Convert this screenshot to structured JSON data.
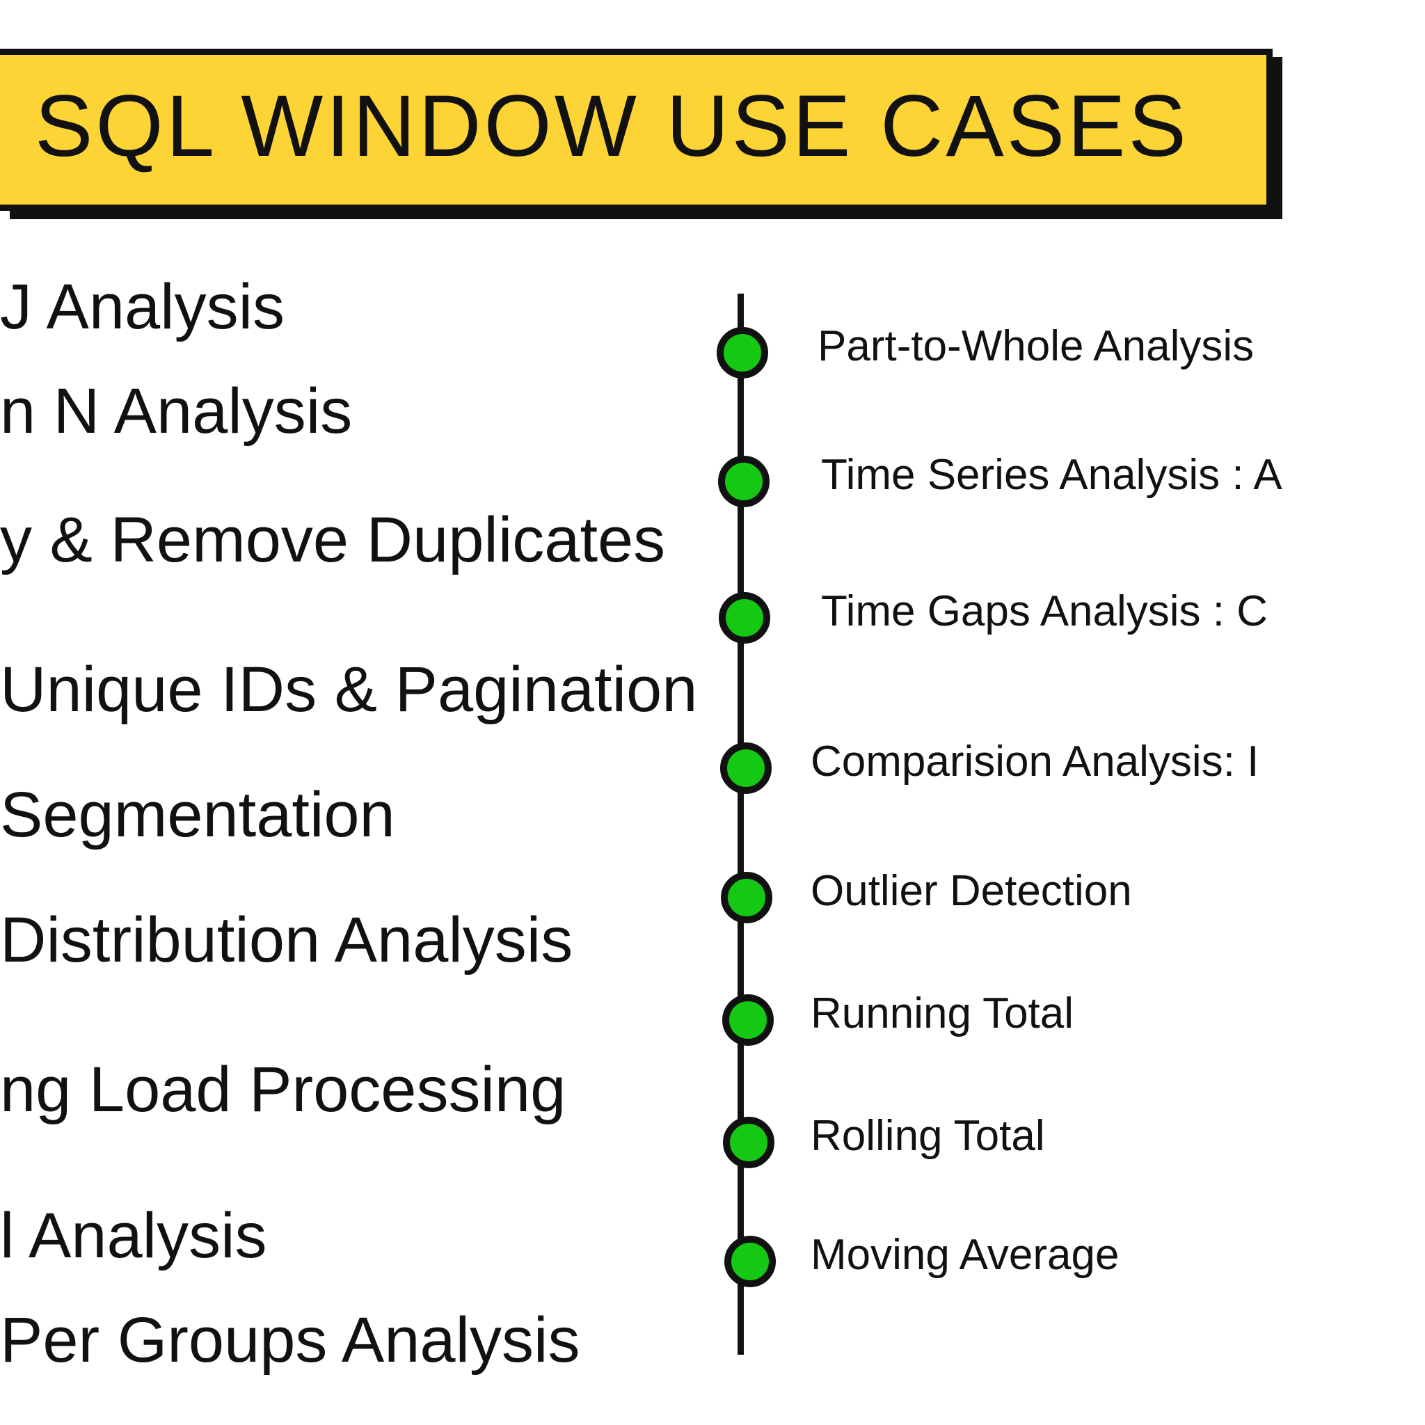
{
  "title": "SQL WINDOW USE CASES",
  "colors": {
    "banner": "#fdd435",
    "highlight": "#48d66e",
    "dot": "#14c814",
    "ink": "#111111"
  },
  "left_items": [
    {
      "pre": "J Analysis",
      "hl": ""
    },
    {
      "pre": "n N Analysis",
      "hl": ""
    },
    {
      "pre": "y & Remove ",
      "hl": "Duplicates"
    },
    {
      "pre": "",
      "hl": "Unique IDs",
      "mid": " & ",
      "hl2": "Pagination"
    },
    {
      "pre": "",
      "hl": "Segmentation"
    },
    {
      "pre": "",
      "hl": "Distribution",
      "mid": " Analysis"
    },
    {
      "pre": "",
      "hl": "ng",
      "mid": " Load Processing"
    },
    {
      "pre": "",
      "hl": "l",
      "mid": "  Analysis"
    },
    {
      "pre": "",
      "hl": "Per Groups",
      "mid": "  Analysis"
    }
  ],
  "right_items": [
    {
      "hl": "Part-to-Whole",
      "rest": "  Analysis"
    },
    {
      "hl": "Time Series",
      "rest": " Analysis :  A"
    },
    {
      "hl": "Time Gaps",
      "rest": "  Analysis :  C"
    },
    {
      "hl": "Comparision",
      "rest": " Analysis:  I"
    },
    {
      "hl": "Outlier",
      "rest": " Detection"
    },
    {
      "hl": "Running",
      "rest": "  Total"
    },
    {
      "hl": "Rolling",
      "rest": " Total"
    },
    {
      "hl": "Moving",
      "rest": "  Average"
    }
  ]
}
